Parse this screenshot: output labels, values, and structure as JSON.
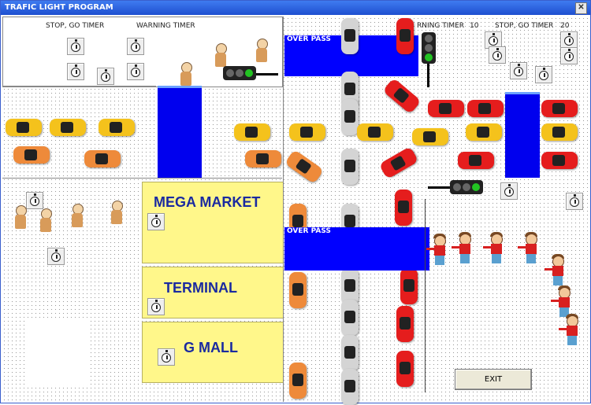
{
  "window": {
    "title": "TRAFIC LIGHT PROGRAM",
    "close_glyph": "✕"
  },
  "labels": {
    "stop_go_left": "STOP, GO TIMER",
    "warning_left": "WARNING TIMER",
    "warning_right": "RNING TIMER",
    "warning_right_value": "10",
    "stop_go_right": "STOP, GO TIMER",
    "stop_go_right_value": "20"
  },
  "overpass": {
    "top_label": "OVER PASS",
    "bottom_label": "OVER PASS"
  },
  "stores": {
    "mega_market": "MEGA MARKET",
    "terminal": "TERMINAL",
    "g_mall": "G MALL"
  },
  "exit_button": {
    "label": "EXIT"
  },
  "colors": {
    "overpass": "#0000ff",
    "store_fill": "#fff78a",
    "store_text": "#1a2aa0",
    "light_on": "#22c322"
  },
  "icons": {
    "timer": "stopwatch-icon",
    "light": "traffic-light-icon",
    "car": "car-icon",
    "pedestrian": "pedestrian-icon"
  }
}
